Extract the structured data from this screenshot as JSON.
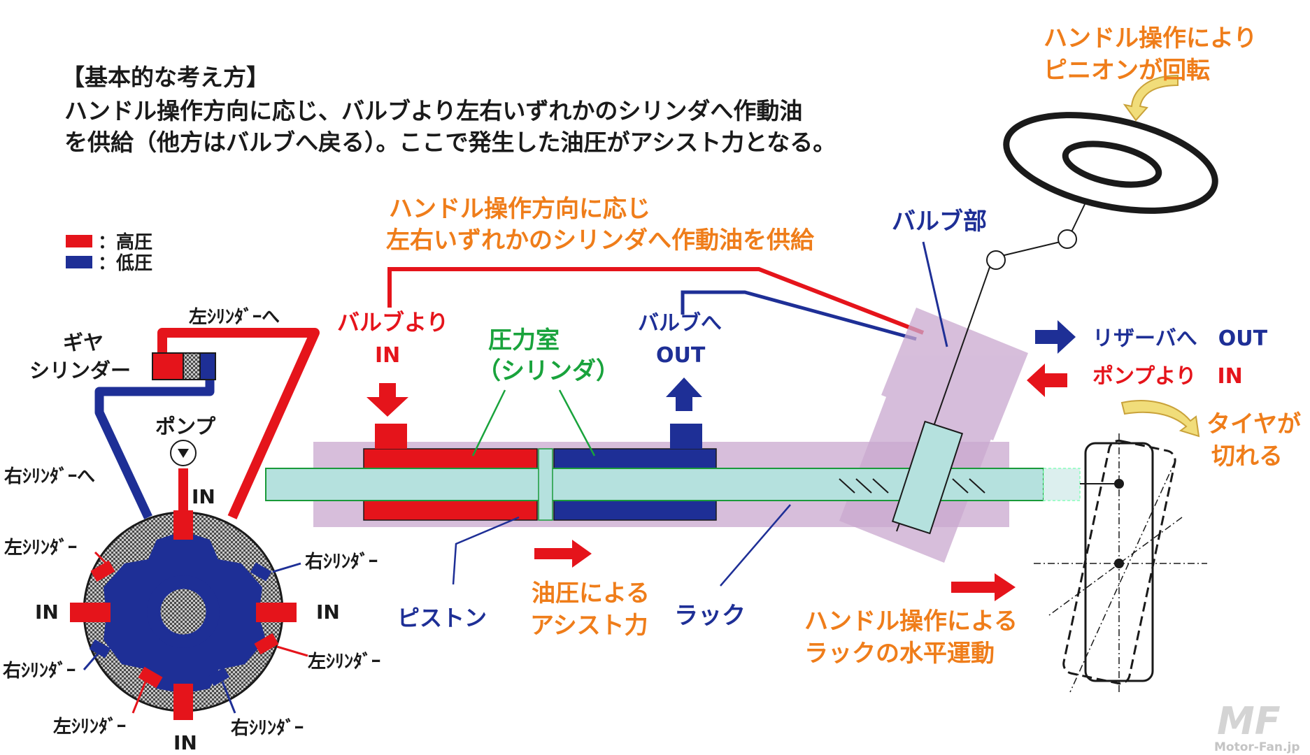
{
  "header": {
    "title": "【基本的な考え方】",
    "line1": "ハンドル操作方向に応じ、バルブより左右いずれかのシリンダへ作動油",
    "line2": "を供給（他方はバルブへ戻る）。ここで発生した油圧がアシスト力となる。"
  },
  "legend": {
    "high": "：高圧",
    "low": "：低圧"
  },
  "pump": {
    "gear_cylinder_line1": "ギヤ",
    "gear_cylinder_line2": "シリンダー",
    "to_left_cyl_top": "左ｼﾘﾝﾀﾞｰへ",
    "to_right_cyl": "右ｼﾘﾝﾀﾞｰへ",
    "pump_label": "ポンプ",
    "in_top": "IN",
    "left_cyl_1": "左ｼﾘﾝﾀﾞｰ",
    "right_cyl_1": "右ｼﾘﾝﾀﾞｰ",
    "in_left": "IN",
    "in_right": "IN",
    "right_cyl_2": "右ｼﾘﾝﾀﾞｰ",
    "left_cyl_2": "左ｼﾘﾝﾀﾞｰ",
    "left_cyl_3": "左ｼﾘﾝﾀﾞｰ",
    "right_cyl_3": "右ｼﾘﾝﾀﾞｰ",
    "in_bottom": "IN"
  },
  "rack": {
    "supply_line1": "ハンドル操作方向に応じ",
    "supply_line2": "左右いずれかのシリンダへ作動油を供給",
    "valve_in_line1": "バルブより",
    "valve_in_line2": "IN",
    "chamber_line1": "圧力室",
    "chamber_line2": "（シリンダ）",
    "valve_out_line1": "バルブへ",
    "valve_out_line2": "OUT",
    "valve_section": "バルブ部",
    "piston": "ピストン",
    "assist_line1": "油圧による",
    "assist_line2": "アシスト力",
    "rack": "ラック",
    "move_line1": "ハンドル操作による",
    "move_line2": "ラックの水平運動"
  },
  "right": {
    "steer_line1": "ハンドル操作により",
    "steer_line2": "ピニオンが回転",
    "to_reservoir": "リザーバへ　OUT",
    "from_pump": "ポンプより　IN",
    "tire_line1": "タイヤが",
    "tire_line2": "切れる"
  },
  "watermark": {
    "logo": "MF",
    "site": "Motor-Fan.jp"
  },
  "colors": {
    "high_pressure": "#e5141b",
    "low_pressure": "#1e2f96",
    "label_orange": "#ef7d1a",
    "label_green": "#19a33c",
    "housing": "#c9a8cf",
    "rack_fill": "#b5e1de",
    "arrow_yellow": "#f1dd7a"
  }
}
